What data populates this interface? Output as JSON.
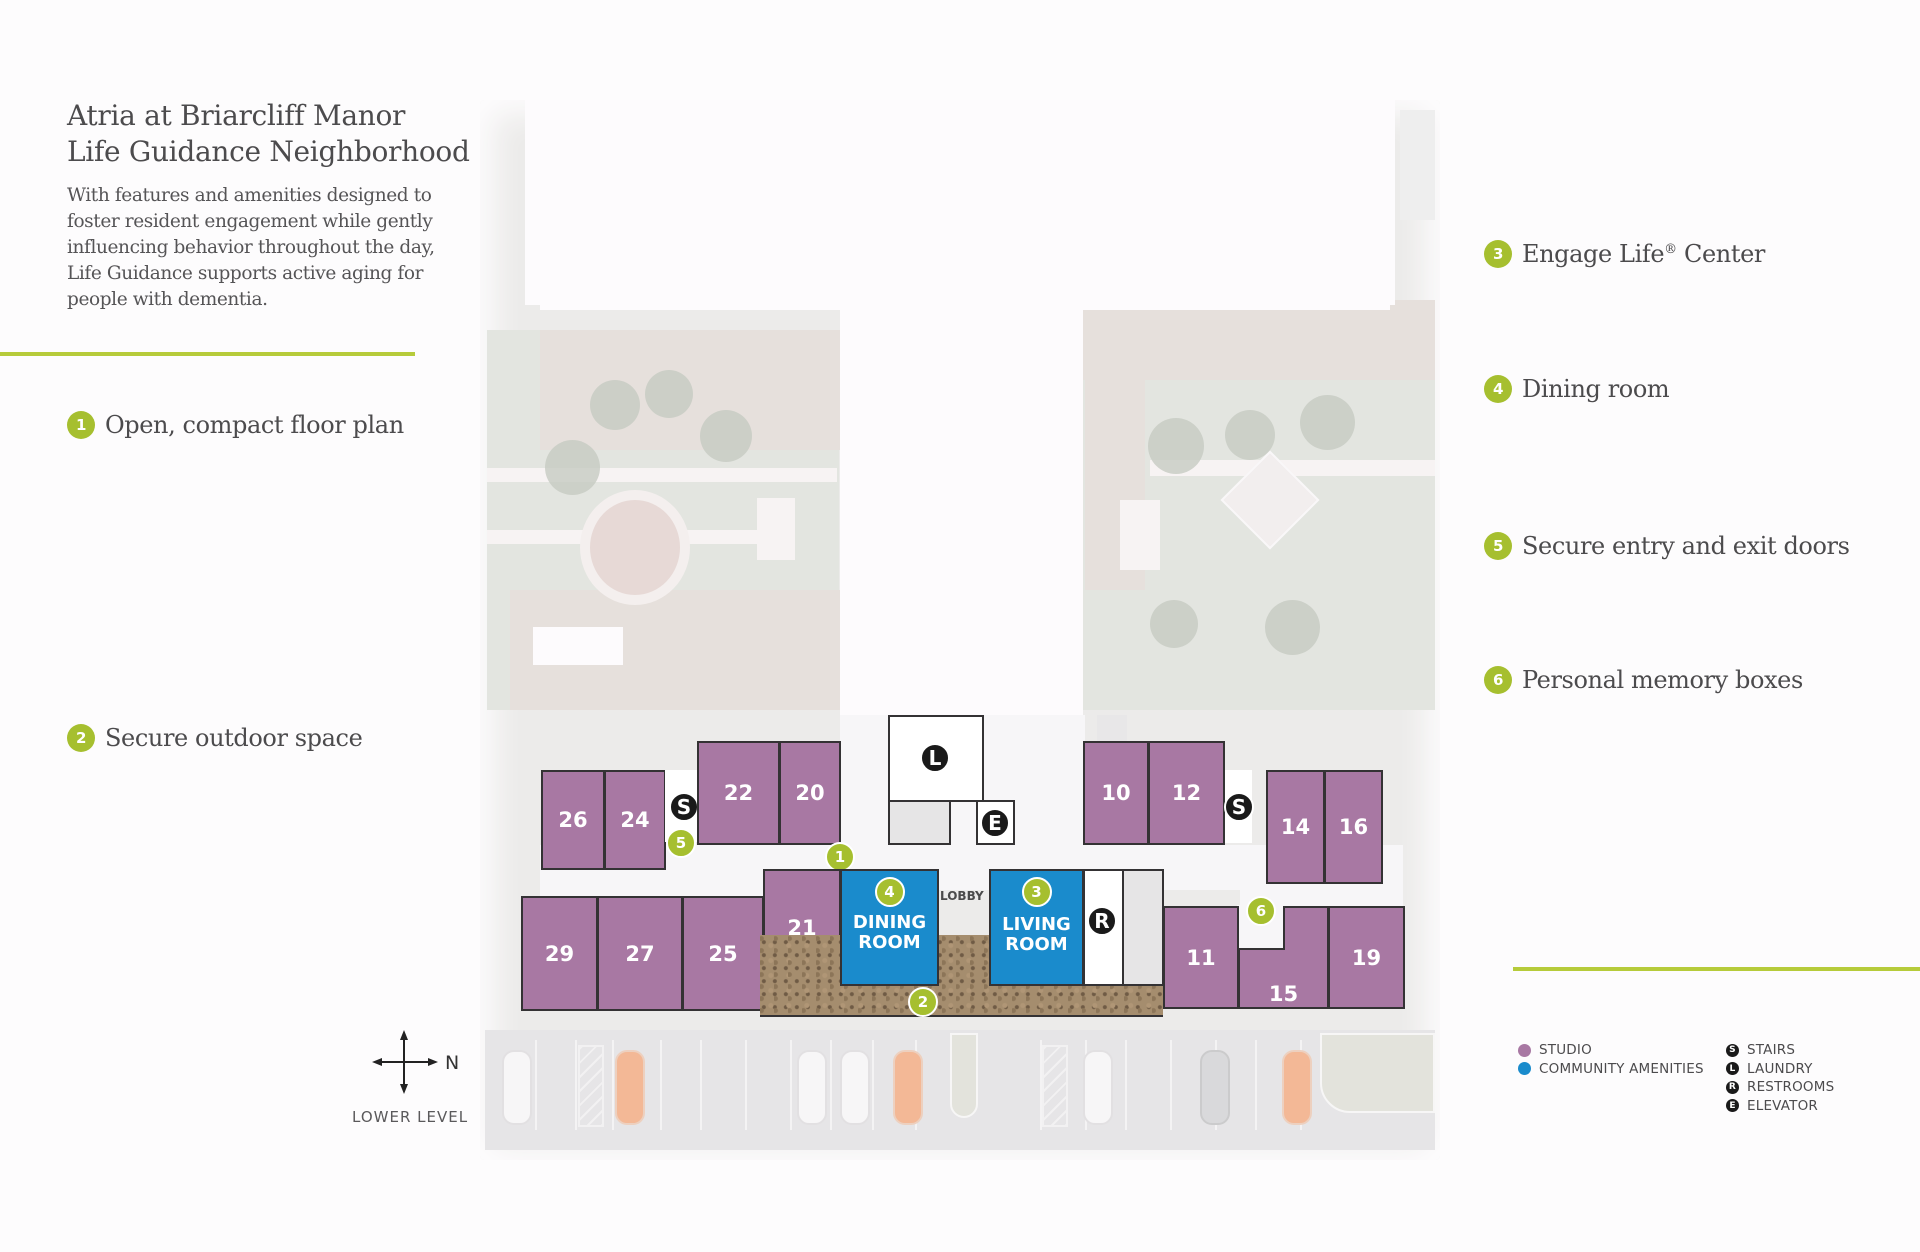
{
  "header": {
    "title_line1": "Atria at Briarcliff Manor",
    "title_line2": "Life Guidance Neighborhood",
    "description": "With features and amenities designed to foster resident engagement while gently influencing behavior throughout the day, Life Guidance supports active aging for people with dementia."
  },
  "features": [
    {
      "number": "1",
      "label": "Open, compact floor plan"
    },
    {
      "number": "2",
      "label": "Secure outdoor space"
    },
    {
      "number": "3",
      "label": "Engage Life",
      "label_sup": "®",
      "label_suffix": " Center"
    },
    {
      "number": "4",
      "label": "Dining room"
    },
    {
      "number": "5",
      "label": "Secure entry and exit doors"
    },
    {
      "number": "6",
      "label": "Personal memory boxes"
    }
  ],
  "floorplan": {
    "level_label": "LOWER LEVEL",
    "compass_label": "N",
    "lobby_label": "LOBBY",
    "studios": {
      "s10": "10",
      "s11": "11",
      "s12": "12",
      "s14": "14",
      "s15": "15",
      "s16": "16",
      "s19": "19",
      "s20": "20",
      "s21": "21",
      "s22": "22",
      "s24": "24",
      "s25": "25",
      "s26": "26",
      "s27": "27",
      "s29": "29"
    },
    "amenities": {
      "dining_line1": "DINING",
      "dining_line2": "ROOM",
      "living_line1": "LIVING",
      "living_line2": "ROOM"
    },
    "symbols": {
      "stairs": "S",
      "laundry": "L",
      "restrooms": "R",
      "elevator": "E"
    }
  },
  "legend": {
    "colors": [
      {
        "label": "STUDIO",
        "color": "#a878a3"
      },
      {
        "label": "COMMUNITY AMENITIES",
        "color": "#1a8bcc"
      }
    ],
    "symbols": [
      {
        "symbol": "S",
        "label": "STAIRS"
      },
      {
        "symbol": "L",
        "label": "LAUNDRY"
      },
      {
        "symbol": "R",
        "label": "RESTROOMS"
      },
      {
        "symbol": "E",
        "label": "ELEVATOR"
      }
    ]
  },
  "colors": {
    "accent_green": "#a6bf2f",
    "rule_green": "#b6cb3a",
    "studio_purple": "#a878a3",
    "amenity_blue": "#1a8bcc"
  }
}
